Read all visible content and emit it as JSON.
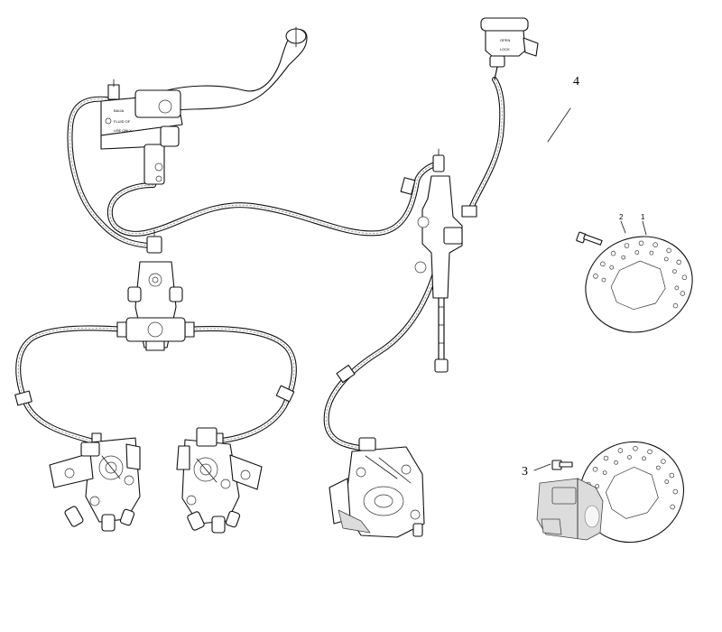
{
  "callouts": {
    "c1": "1",
    "c2": "2",
    "c3": "3",
    "c4": "4"
  },
  "reservoir_label": "OPEN\nLOCK",
  "master_cylinder_label": {
    "line1": "BAIJA",
    "line2": "FLUID OF",
    "line3": "USE ONLY"
  },
  "colors": {
    "line": "#111111",
    "background": "#ffffff",
    "grey_part": "#dcdcdc"
  }
}
